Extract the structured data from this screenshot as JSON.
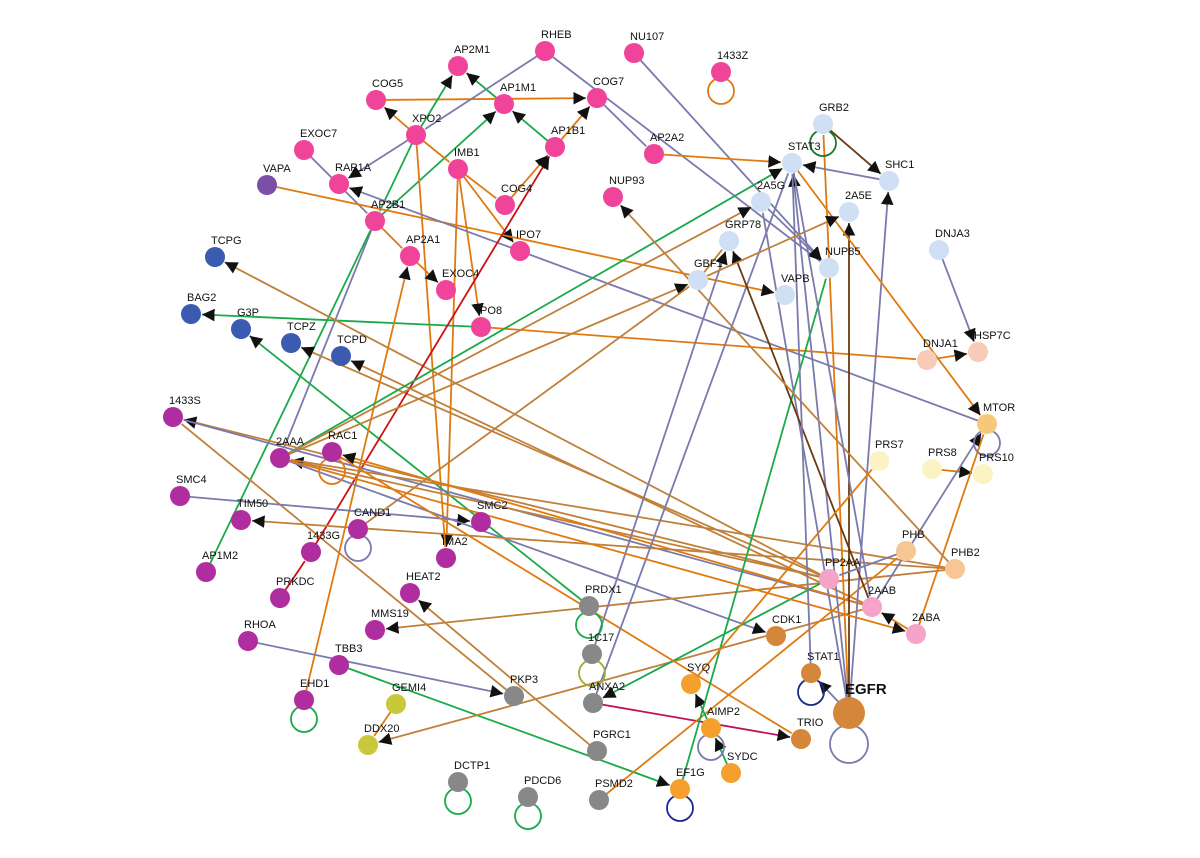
{
  "groups": {
    "pink": "#f0449a",
    "purple": "#7b4fa6",
    "blue": "#3a5bb0",
    "lightblue": "#cfe0f5",
    "peach": "#f8cbb8",
    "gold": "#f6c97a",
    "cream": "#fbf3c4",
    "apricot": "#f8c594",
    "rose": "#f5a3c9",
    "bronze": "#d4873a",
    "amber": "#f5a02c",
    "gray": "#888888",
    "olive": "#c8c83a",
    "magenta": "#b02d9f"
  },
  "nodes": [
    {
      "id": "RHEB",
      "g": "pink"
    },
    {
      "id": "AP2M1",
      "g": "pink"
    },
    {
      "id": "NU107",
      "g": "pink"
    },
    {
      "id": "1433Z",
      "g": "pink"
    },
    {
      "id": "COG5",
      "g": "pink"
    },
    {
      "id": "AP1M1",
      "g": "pink"
    },
    {
      "id": "COG7",
      "g": "pink"
    },
    {
      "id": "XPO2",
      "g": "pink"
    },
    {
      "id": "EXOC7",
      "g": "pink"
    },
    {
      "id": "AP1B1",
      "g": "pink"
    },
    {
      "id": "IMB1",
      "g": "pink"
    },
    {
      "id": "AP2A2",
      "g": "pink"
    },
    {
      "id": "RAP1A",
      "g": "pink"
    },
    {
      "id": "VAPA",
      "g": "purple"
    },
    {
      "id": "COG4",
      "g": "pink"
    },
    {
      "id": "NUP93",
      "g": "pink"
    },
    {
      "id": "AP2B1",
      "g": "pink"
    },
    {
      "id": "AP2A1",
      "g": "pink"
    },
    {
      "id": "IPO7",
      "g": "pink"
    },
    {
      "id": "EXOC4",
      "g": "pink"
    },
    {
      "id": "IPO8",
      "g": "pink"
    },
    {
      "id": "TCPG",
      "g": "blue"
    },
    {
      "id": "BAG2",
      "g": "blue"
    },
    {
      "id": "G3P",
      "g": "blue"
    },
    {
      "id": "TCPZ",
      "g": "blue"
    },
    {
      "id": "TCPD",
      "g": "blue"
    },
    {
      "id": "GRB2",
      "g": "lightblue"
    },
    {
      "id": "STAT3",
      "g": "lightblue"
    },
    {
      "id": "SHC1",
      "g": "lightblue"
    },
    {
      "id": "2A5G",
      "g": "lightblue"
    },
    {
      "id": "2A5E",
      "g": "lightblue"
    },
    {
      "id": "GRP78",
      "g": "lightblue"
    },
    {
      "id": "GBF1",
      "g": "lightblue"
    },
    {
      "id": "NUP85",
      "g": "lightblue"
    },
    {
      "id": "VAPB",
      "g": "lightblue"
    },
    {
      "id": "DNJA3",
      "g": "lightblue"
    },
    {
      "id": "DNJA1",
      "g": "peach"
    },
    {
      "id": "HSP7C",
      "g": "peach"
    },
    {
      "id": "MTOR",
      "g": "gold"
    },
    {
      "id": "PRS7",
      "g": "cream"
    },
    {
      "id": "PRS8",
      "g": "cream"
    },
    {
      "id": "PRS10",
      "g": "cream"
    },
    {
      "id": "PHB",
      "g": "apricot"
    },
    {
      "id": "PHB2",
      "g": "apricot"
    },
    {
      "id": "PP2AA",
      "g": "rose"
    },
    {
      "id": "2AAB",
      "g": "rose"
    },
    {
      "id": "2ABA",
      "g": "rose"
    },
    {
      "id": "CDK1",
      "g": "bronze"
    },
    {
      "id": "STAT1",
      "g": "bronze"
    },
    {
      "id": "EGFR",
      "g": "bronze",
      "big": true
    },
    {
      "id": "TRIO",
      "g": "bronze"
    },
    {
      "id": "SYQ",
      "g": "amber"
    },
    {
      "id": "AIMP2",
      "g": "amber"
    },
    {
      "id": "SYDC",
      "g": "amber"
    },
    {
      "id": "EF1G",
      "g": "amber"
    },
    {
      "id": "PRDX1",
      "g": "gray"
    },
    {
      "id": "1C17",
      "g": "gray"
    },
    {
      "id": "ANXA2",
      "g": "gray"
    },
    {
      "id": "PKP3",
      "g": "gray"
    },
    {
      "id": "PGRC1",
      "g": "gray"
    },
    {
      "id": "PSMD2",
      "g": "gray"
    },
    {
      "id": "DCTP1",
      "g": "gray"
    },
    {
      "id": "PDCD6",
      "g": "gray"
    },
    {
      "id": "GEMI4",
      "g": "olive"
    },
    {
      "id": "DDX20",
      "g": "olive"
    },
    {
      "id": "1433S",
      "g": "magenta"
    },
    {
      "id": "2AAA",
      "g": "magenta"
    },
    {
      "id": "RAC1",
      "g": "magenta"
    },
    {
      "id": "SMC4",
      "g": "magenta"
    },
    {
      "id": "TIM50",
      "g": "magenta"
    },
    {
      "id": "CAND1",
      "g": "magenta"
    },
    {
      "id": "SMC2",
      "g": "magenta"
    },
    {
      "id": "1433G",
      "g": "magenta"
    },
    {
      "id": "AP1M2",
      "g": "magenta"
    },
    {
      "id": "IMA2",
      "g": "magenta"
    },
    {
      "id": "PRKDC",
      "g": "magenta"
    },
    {
      "id": "HEAT2",
      "g": "magenta"
    },
    {
      "id": "MMS19",
      "g": "magenta"
    },
    {
      "id": "RHOA",
      "g": "magenta"
    },
    {
      "id": "TBB3",
      "g": "magenta"
    },
    {
      "id": "EHD1",
      "g": "magenta"
    }
  ],
  "edges": [
    [
      "COG5",
      "COG7",
      "#e07a10",
      1
    ],
    [
      "XPO2",
      "COG5",
      "#e07a10",
      1
    ],
    [
      "XPO2",
      "AP2M1",
      "#1aaa4a",
      1
    ],
    [
      "AP1M1",
      "AP2M1",
      "#1aaa4a",
      1
    ],
    [
      "AP1B1",
      "AP1M1",
      "#1aaa4a",
      1
    ],
    [
      "AP1B1",
      "COG7",
      "#e07a10",
      1
    ],
    [
      "AP2B1",
      "AP1M1",
      "#1aaa4a",
      1
    ],
    [
      "XPO2",
      "AP2B1",
      "#1aaa4a",
      0
    ],
    [
      "XPO2",
      "RAP1A",
      "#7a7aad",
      1
    ],
    [
      "RHEB",
      "XPO2",
      "#7a7aad",
      0
    ],
    [
      "RHEB",
      "NUP85",
      "#7a7aad",
      0
    ],
    [
      "COG7",
      "AP2A2",
      "#7a7aad",
      0
    ],
    [
      "NU107",
      "NUP85",
      "#7a7aad",
      1
    ],
    [
      "XPO2",
      "IMB1",
      "#e07a10",
      0
    ],
    [
      "IMB1",
      "COG4",
      "#e07a10",
      0
    ],
    [
      "COG4",
      "AP1B1",
      "#e07a10",
      1
    ],
    [
      "IMB1",
      "IPO7",
      "#e07a10",
      1
    ],
    [
      "IMB1",
      "IPO8",
      "#e07a10",
      1
    ],
    [
      "IMB1",
      "IMA2",
      "#e07a10",
      1
    ],
    [
      "XPO2",
      "IMA2",
      "#e07a10",
      0
    ],
    [
      "EXOC7",
      "AP2B1",
      "#7a7aad",
      0
    ],
    [
      "AP2B1",
      "2AAA",
      "#7a7aad",
      0
    ],
    [
      "AP1M2",
      "AP2B1",
      "#1aaa4a",
      0
    ],
    [
      "VAPA",
      "VAPB",
      "#e07a10",
      1
    ],
    [
      "MTOR",
      "RAP1A",
      "#7a7aad",
      1
    ],
    [
      "AP2B1",
      "AP2A1",
      "#e07a10",
      0
    ],
    [
      "AP2A1",
      "EXOC4",
      "#e07a10",
      1
    ],
    [
      "IPO8",
      "BAG2",
      "#1aaa4a",
      1
    ],
    [
      "IPO8",
      "DNJA1",
      "#e07a10",
      0
    ],
    [
      "PP2AA",
      "TCPG",
      "#c0803a",
      1
    ],
    [
      "PP2AA",
      "TCPZ",
      "#c0803a",
      1
    ],
    [
      "2AAB",
      "TCPD",
      "#c0803a",
      1
    ],
    [
      "PRDX1",
      "G3P",
      "#1aaa4a",
      1
    ],
    [
      "1433G",
      "AP1B1",
      "#cc1111",
      1
    ],
    [
      "PRKDC",
      "1433G",
      "#cc1111",
      0
    ],
    [
      "EHD1",
      "AP2A1",
      "#e07a10",
      1
    ],
    [
      "2AAA",
      "STAT3",
      "#1aaa4a",
      1
    ],
    [
      "2AAA",
      "GBF1",
      "#c0803a",
      1
    ],
    [
      "2AAA",
      "2A5G",
      "#c0803a",
      1
    ],
    [
      "CAND1",
      "GBF1",
      "#c0803a",
      0
    ],
    [
      "PP2AA",
      "1433S",
      "#c0803a",
      1
    ],
    [
      "PKP3",
      "1433S",
      "#c0803a",
      0
    ],
    [
      "2AAB",
      "1433S",
      "#7a7aad",
      0
    ],
    [
      "PP2AA",
      "2AAA",
      "#c0803a",
      1
    ],
    [
      "PHB2",
      "2AAA",
      "#c0803a",
      0
    ],
    [
      "2AAB",
      "RAC1",
      "#e07a10",
      1
    ],
    [
      "SMC4",
      "SMC2",
      "#7a7aad",
      1
    ],
    [
      "2AAA",
      "CDK1",
      "#7a7aad",
      1
    ],
    [
      "PHB2",
      "TIM50",
      "#c0803a",
      1
    ],
    [
      "RHOA",
      "PKP3",
      "#7a7aad",
      1
    ],
    [
      "TBB3",
      "EF1G",
      "#1aaa4a",
      1
    ],
    [
      "PGRC1",
      "HEAT2",
      "#c0803a",
      1
    ],
    [
      "PHB2",
      "MMS19",
      "#c0803a",
      1
    ],
    [
      "2AAB",
      "DDX20",
      "#c0803a",
      1
    ],
    [
      "GEMI4",
      "DDX20",
      "#e07a10",
      0
    ],
    [
      "PP2AA",
      "ANXA2",
      "#1aaa4a",
      1
    ],
    [
      "ANXA2",
      "TRIO",
      "#c0105a",
      1
    ],
    [
      "RAC1",
      "TRIO",
      "#e07a10",
      0
    ],
    [
      "PSMD2",
      "PHB",
      "#e07a10",
      0
    ],
    [
      "AIMP2",
      "SYQ",
      "#1aaa4a",
      1
    ],
    [
      "SYDC",
      "AIMP2",
      "#1aaa4a",
      1
    ],
    [
      "EF1G",
      "NUP85",
      "#1aaa4a",
      0
    ],
    [
      "ANXA2",
      "STAT3",
      "#7a7aad",
      0
    ],
    [
      "1C17",
      "GRP78",
      "#7a7aad",
      1
    ],
    [
      "EGFR",
      "STAT1",
      "#7a7aad",
      1
    ],
    [
      "EGFR",
      "STAT3",
      "#7a7aad",
      1
    ],
    [
      "EGFR",
      "2A5G",
      "#7a7aad",
      0
    ],
    [
      "EGFR",
      "SHC1",
      "#7a7aad",
      1
    ],
    [
      "EGFR",
      "GRB2",
      "#e07a10",
      0
    ],
    [
      "EGFR",
      "2A5E",
      "#6b3a10",
      1
    ],
    [
      "DNJA3",
      "HSP7C",
      "#7a7aad",
      1
    ],
    [
      "DNJA1",
      "HSP7C",
      "#e07a10",
      1
    ],
    [
      "SHC1",
      "STAT3",
      "#7a7aad",
      1
    ],
    [
      "GRB2",
      "SHC1",
      "#6b3a10",
      1
    ],
    [
      "STAT3",
      "MTOR",
      "#e07a10",
      1
    ],
    [
      "PRS8",
      "PRS10",
      "#e07a10",
      1
    ],
    [
      "2AAB",
      "MTOR",
      "#7a7aad",
      1
    ],
    [
      "2ABA",
      "MTOR",
      "#e07a10",
      0
    ],
    [
      "2ABA",
      "2AAB",
      "#e07a10",
      1
    ],
    [
      "2AAA",
      "2ABA",
      "#e07a10",
      1
    ],
    [
      "2AAB",
      "GRP78",
      "#6b3a10",
      1
    ],
    [
      "PHB2",
      "NUP93",
      "#c0803a",
      1
    ],
    [
      "STAT1",
      "STAT3",
      "#7a7aad",
      0
    ],
    [
      "SYQ",
      "PRS7",
      "#e07a10",
      0
    ],
    [
      "PHB",
      "PP2AA",
      "#7a7aad",
      0
    ],
    [
      "2A5G",
      "NUP85",
      "#7a7aad",
      1
    ],
    [
      "AP2A2",
      "STAT3",
      "#e07a10",
      1
    ],
    [
      "GBF1",
      "GRP78",
      "#c0803a",
      0
    ],
    [
      "GBF1",
      "2A5E",
      "#c0803a",
      1
    ],
    [
      "STAT3",
      "2AAB",
      "#7a7aad",
      0
    ]
  ],
  "loops": [
    [
      "1433Z",
      "#e07a10"
    ],
    [
      "GRB2",
      "#1a7a2a"
    ],
    [
      "MTOR",
      "#7a7aad"
    ],
    [
      "RAC1",
      "#e07a10"
    ],
    [
      "CAND1",
      "#7a7aad"
    ],
    [
      "EHD1",
      "#1aaa4a"
    ],
    [
      "PRDX1",
      "#1aaa4a"
    ],
    [
      "1C17",
      "#9ab030"
    ],
    [
      "AIMP2",
      "#7a7aad"
    ],
    [
      "STAT1",
      "#1a2a8a"
    ],
    [
      "EGFR",
      "#7a7aad"
    ],
    [
      "EF1G",
      "#1a2a8a"
    ],
    [
      "DCTP1",
      "#1aaa4a"
    ],
    [
      "PDCD6",
      "#1aaa4a"
    ]
  ]
}
